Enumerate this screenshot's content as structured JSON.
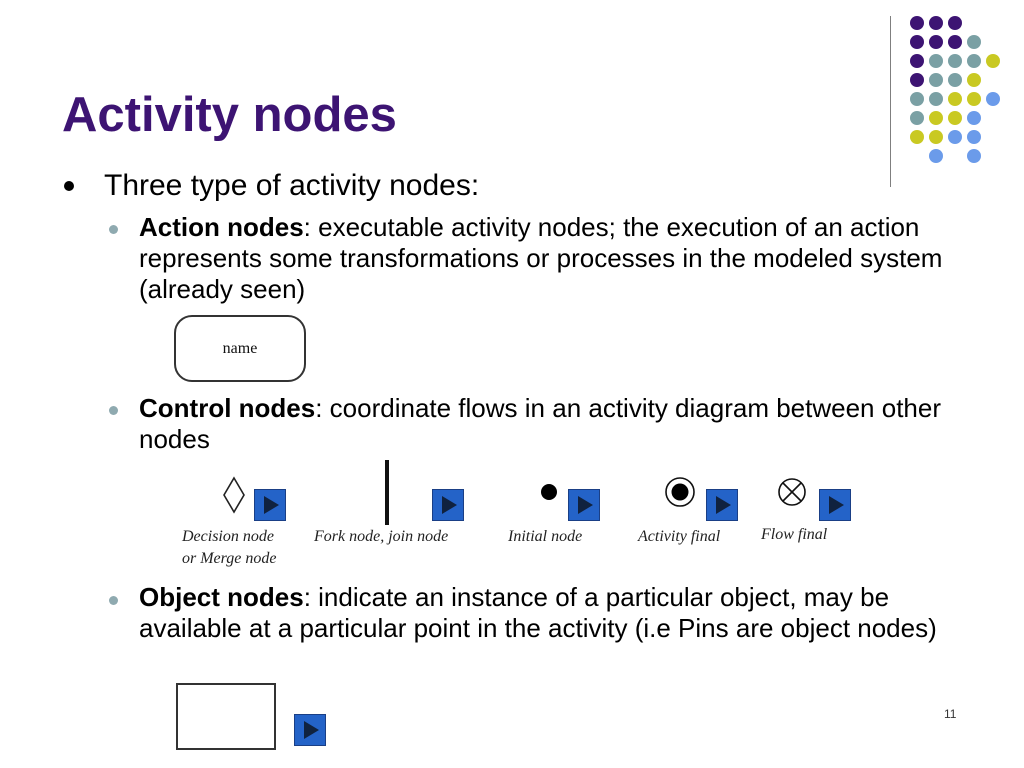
{
  "slide": {
    "title": "Activity nodes",
    "page_number": "11"
  },
  "bullets": {
    "intro": "Three type of activity nodes:",
    "action": {
      "term": "Action nodes",
      "text": ": executable activity nodes; the execution of an action represents some transformations or processes in the modeled system (already seen)"
    },
    "control": {
      "term": "Control nodes",
      "text": ": coordinate flows in an activity diagram between other nodes"
    },
    "object": {
      "term": "Object nodes",
      "text": ": indicate an instance of a particular object, may be available at a particular point in the activity (i.e Pins are object nodes)"
    }
  },
  "diagram": {
    "action_node_label": "name",
    "control_node_captions": {
      "decision_line1": "Decision node",
      "decision_line2": "or Merge node",
      "fork": "Fork node, join node",
      "initial": "Initial node",
      "activity_final": "Activity final",
      "flow_final": "Flow final"
    }
  },
  "colors": {
    "title": "#3d1473",
    "dot_purple": "#3d1473",
    "dot_teal": "#7aa0a4",
    "dot_olive": "#c9c922",
    "dot_blue": "#6b9bea",
    "play_button": "#2463c8"
  },
  "icons": {
    "play_button": "blue-square-play-triangle",
    "decision": "diamond",
    "fork": "vertical-bar",
    "initial": "filled-circle",
    "activity_final": "bullseye",
    "flow_final": "circle-x"
  }
}
